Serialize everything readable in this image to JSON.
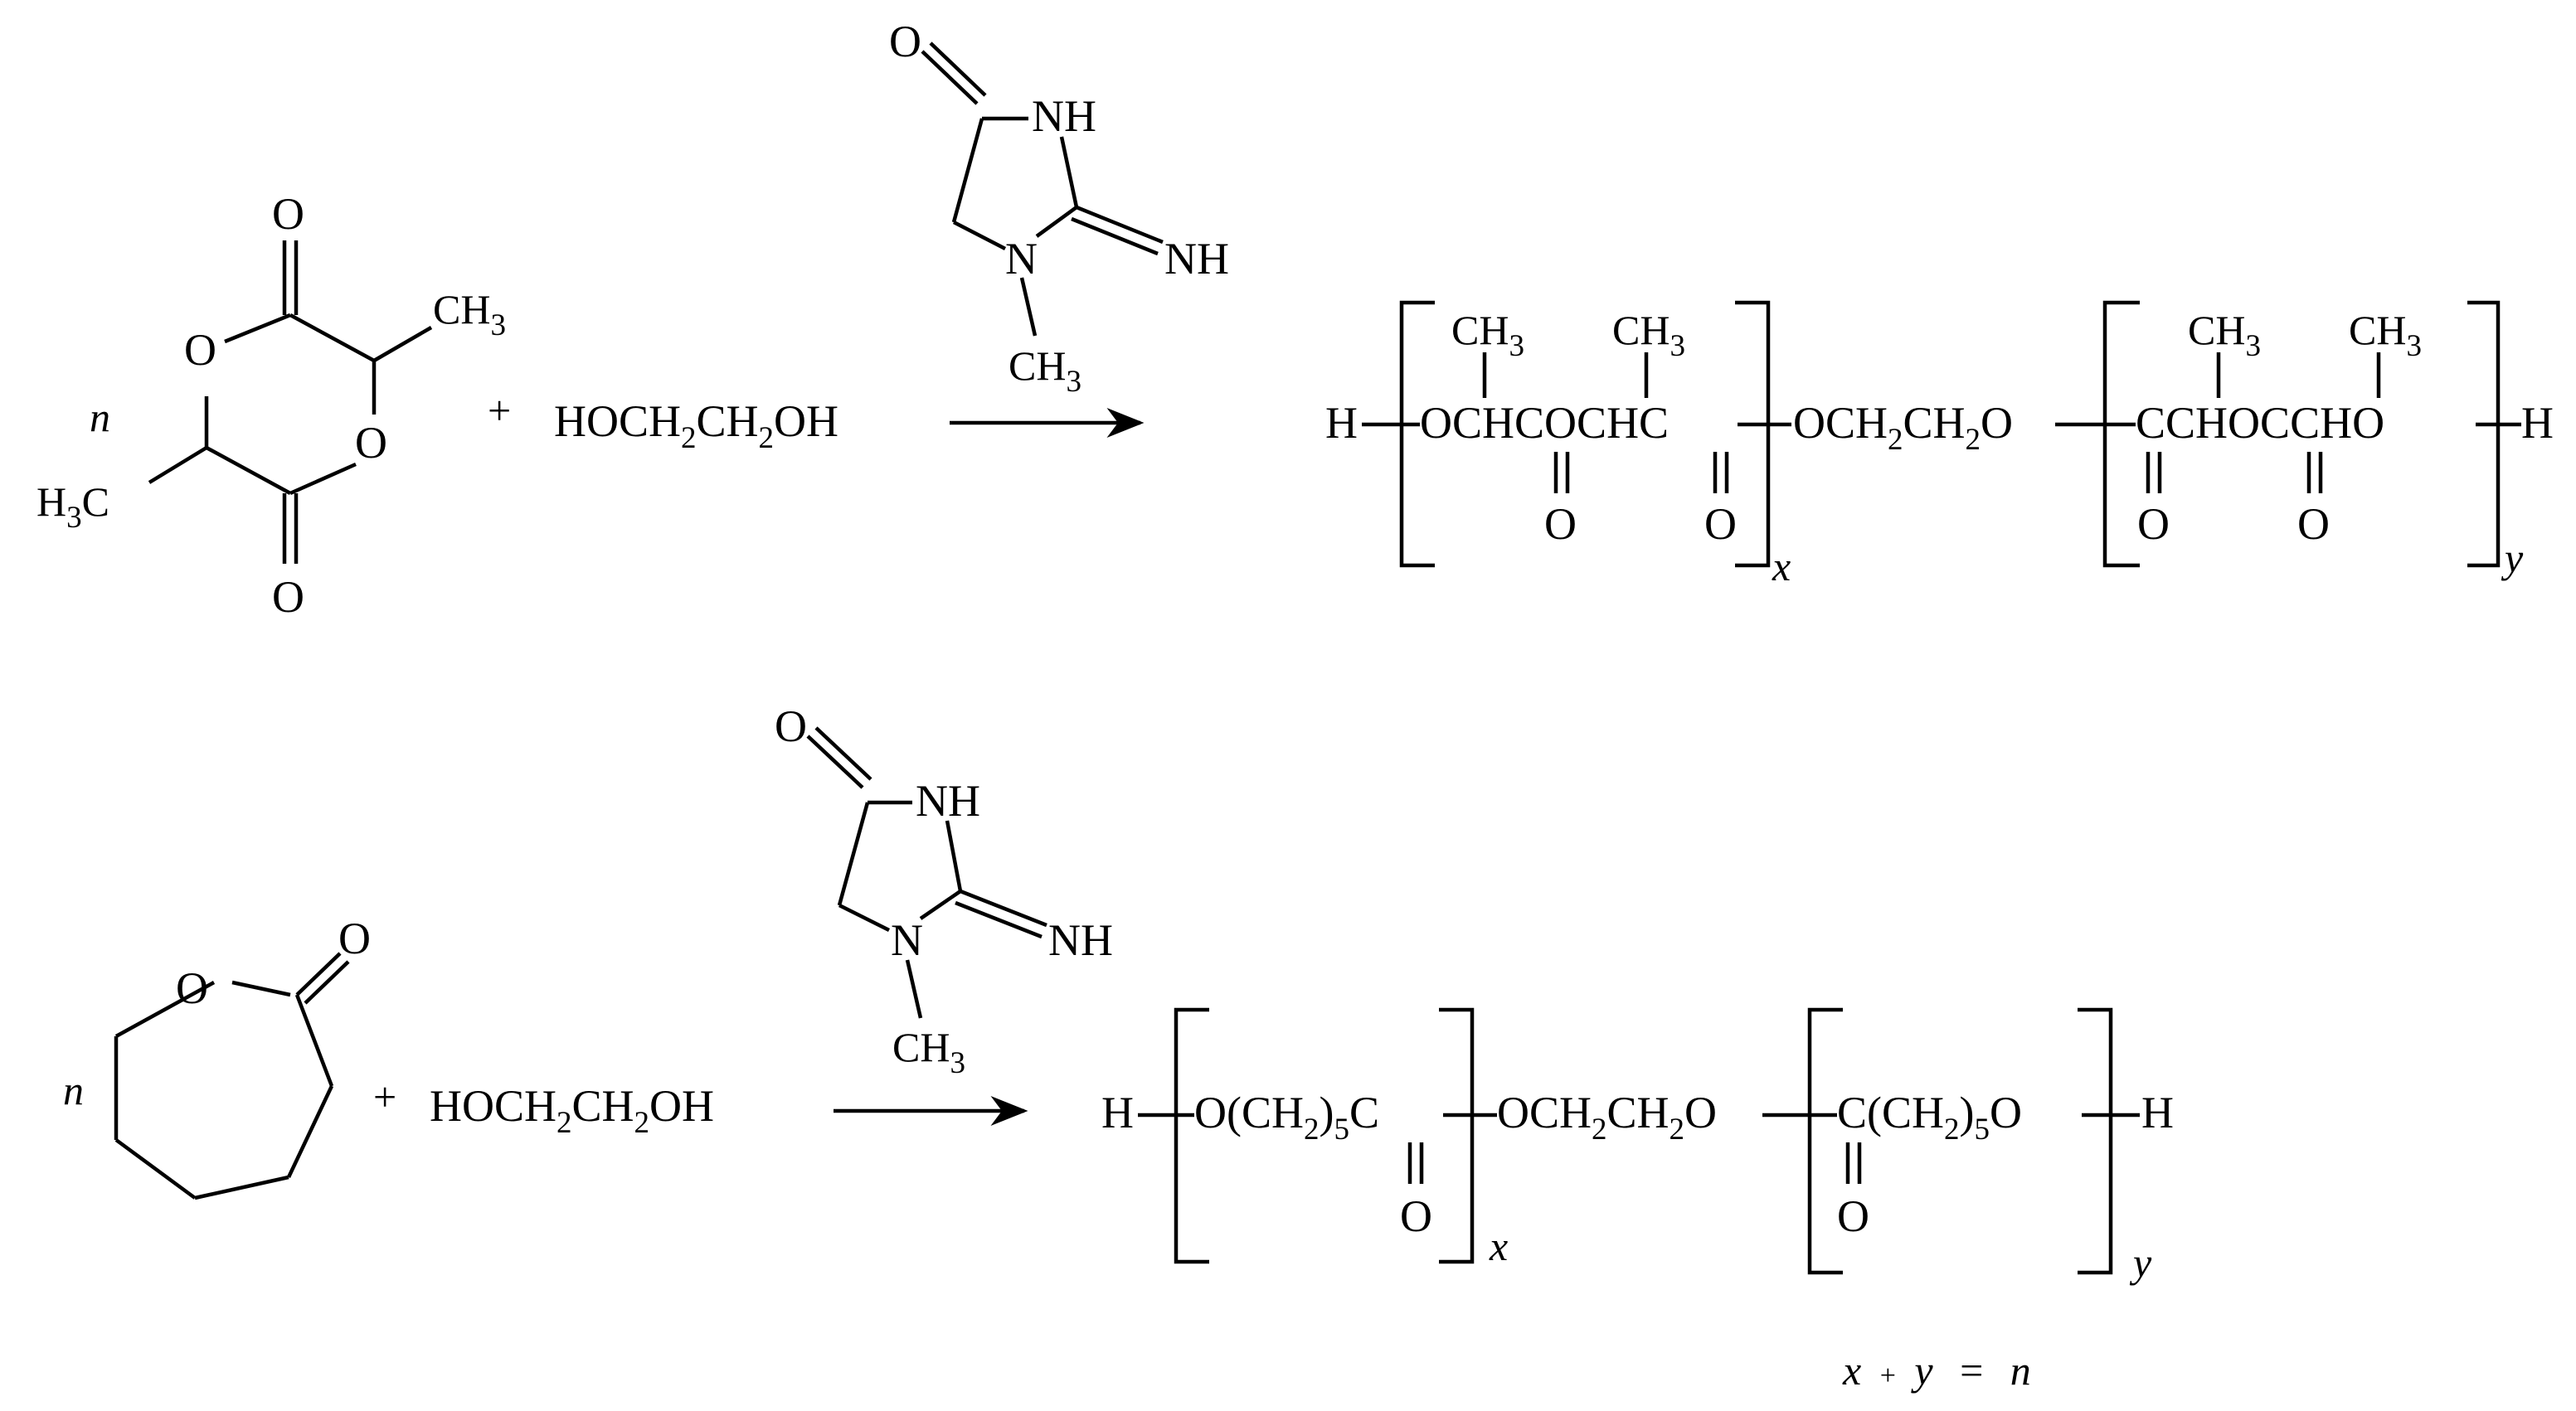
{
  "reaction1": {
    "lactide": {
      "carbonyl_o_top": "O",
      "carbonyl_o_bottom": "O",
      "ring_o_left": "O",
      "ring_o_right": "O",
      "methyl_right": "CH",
      "methyl_right_sub": "3",
      "methyl_left": "H",
      "methyl_left_sub": "3",
      "methyl_left_tail": "C",
      "coefficient": "n"
    },
    "plus": "+",
    "initiator_parts": [
      "HOCH",
      "2",
      "CH",
      "2",
      "OH"
    ],
    "catalyst": {
      "o": "O",
      "nh_ring": "NH",
      "nh_imine": "NH",
      "n": "N",
      "methyl": "CH",
      "methyl_sub": "3"
    },
    "product": {
      "end_h_left": "H",
      "unit_x": [
        "O",
        "CHC",
        "O",
        "CHC"
      ],
      "linker": [
        "OCH",
        "2",
        "CH",
        "2",
        "O"
      ],
      "unit_y": [
        "CCH",
        "O",
        "CCH",
        "O"
      ],
      "end_h_right": "H",
      "methyl": "CH",
      "methyl_sub": "3",
      "carbonyl_o": "O",
      "subscript_x": "x",
      "subscript_y": "y"
    }
  },
  "reaction2": {
    "caprolactone": {
      "ring_o": "O",
      "carbonyl_o": "O",
      "coefficient": "n"
    },
    "plus": "+",
    "initiator_parts": [
      "HOCH",
      "2",
      "CH",
      "2",
      "OH"
    ],
    "catalyst": {
      "o": "O",
      "nh_ring": "NH",
      "nh_imine": "NH",
      "n": "N",
      "methyl": "CH",
      "methyl_sub": "3"
    },
    "product": {
      "end_h_left": "H",
      "unit_x": [
        "O(CH",
        "2",
        ")",
        "5",
        "C"
      ],
      "linker": [
        "OCH",
        "2",
        "CH",
        "2",
        "O"
      ],
      "unit_y": [
        "C(CH",
        "2",
        ")",
        "5",
        "O"
      ],
      "end_h_right": "H",
      "carbonyl_o": "O",
      "subscript_x": "x",
      "subscript_y": "y"
    }
  },
  "relation": {
    "x": "x",
    "plus": "+",
    "y": "y",
    "equals": "=",
    "n": "n"
  }
}
